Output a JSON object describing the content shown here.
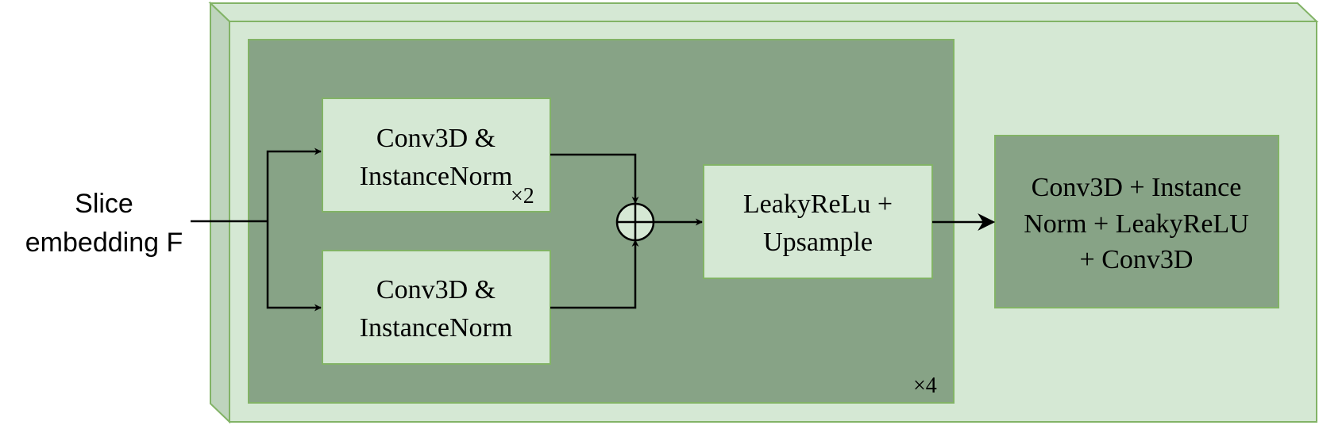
{
  "input": {
    "line1": "Slice",
    "line2": "embedding F"
  },
  "blocks": {
    "conv_a": {
      "line1": "Conv3D &",
      "line2": "InstanceNorm",
      "repeat": "×2"
    },
    "conv_b": {
      "line1": "Conv3D &",
      "line2": "InstanceNorm"
    },
    "act": {
      "line1": "LeakyReLu +",
      "line2": "Upsample"
    },
    "head": {
      "line1": "Conv3D + Instance",
      "line2": "Norm + LeakyReLU",
      "line3": "+ Conv3D"
    }
  },
  "inner_repeat": "×4",
  "colors": {
    "outer_fill": "#d5e8d4",
    "outer_side": "#bed4bd",
    "outer_stroke": "#82b366",
    "inner_fill": "#87a386",
    "box_fill": "#d5e8d4",
    "head_fill": "#87a386",
    "line": "#000000"
  }
}
